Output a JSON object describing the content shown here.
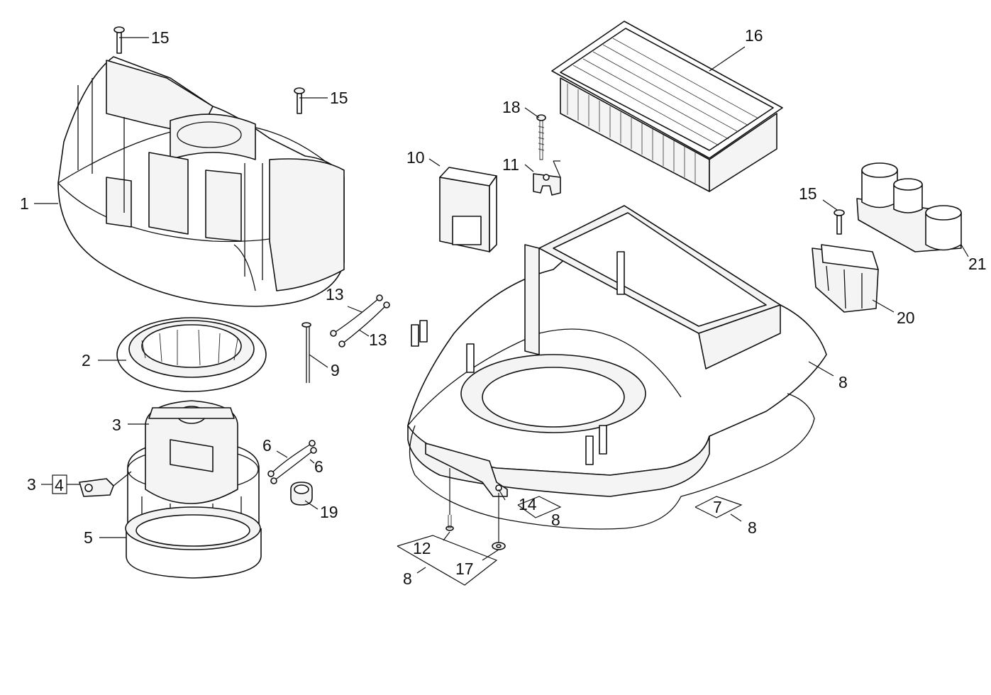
{
  "callouts": {
    "c1": "1",
    "c2": "2",
    "c3a": "3",
    "c3b": "3",
    "c4": "4",
    "c5": "5",
    "c6a": "6",
    "c6b": "6",
    "c7": "7",
    "c8a": "8",
    "c8b": "8",
    "c8c": "8",
    "c8d": "8",
    "c9": "9",
    "c10": "10",
    "c11": "11",
    "c12": "12",
    "c13a": "13",
    "c13b": "13",
    "c14": "14",
    "c15a": "15",
    "c15b": "15",
    "c15c": "15",
    "c16": "16",
    "c17": "17",
    "c18": "18",
    "c19": "19",
    "c20": "20",
    "c21": "21"
  }
}
